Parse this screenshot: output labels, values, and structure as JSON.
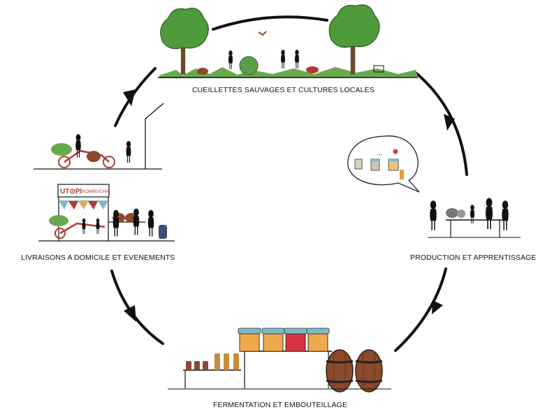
{
  "stages": {
    "top": "CUEILLETTES SAUVAGES ET CULTURES LOCALES",
    "right": "PRODUCTION ET APPRENTISSAGE",
    "bottom": "FERMENTATION ET EMBOUTEILLAGE",
    "left": "LIVRAISONS A DOMICILE ET EVENEMENTS"
  },
  "sign_text": {
    "brand": "UT⊙PI",
    "product": "KOMBUCHA"
  },
  "bubble_text": "...",
  "colors": {
    "arrow": "#111111",
    "tree_green": "#4f9a3a",
    "grass": "#6aa84f",
    "wood": "#8b4a2b",
    "bike_red": "#b03a35",
    "liquid_orange": "#f0a94a",
    "liquid_red": "#d8333f",
    "lid_blue": "#7fb8c8",
    "bottle_amber": "#c88a3c"
  },
  "icons": [
    "cycle-arrow-icon",
    "tree-icon",
    "person-icon",
    "cargo-bike-icon",
    "barrel-icon",
    "jar-icon",
    "bottle-icon",
    "speech-bubble-icon",
    "bunting-icon"
  ]
}
